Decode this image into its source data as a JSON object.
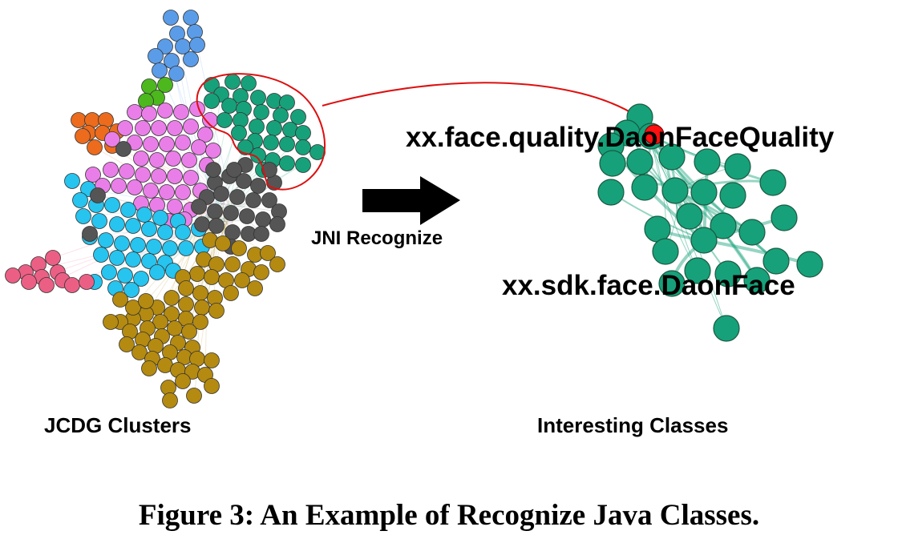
{
  "left_panel": {
    "label": "JCDG Clusters"
  },
  "arrow": {
    "label": "JNI Recognize"
  },
  "right_panel": {
    "label": "Interesting Classes",
    "node_labels": [
      "xx.face.quality.DaonFaceQuality",
      "xx.sdk.face.DaonFace"
    ]
  },
  "caption": "Figure 3: An Example of Recognize Java Classes.",
  "colors": {
    "blue": "#5b9ce8",
    "light_green": "#4cb81e",
    "orange": "#ec6b1c",
    "violet": "#ea7ee8",
    "teal": "#16a17a",
    "cyan": "#26c4ee",
    "dark_gray": "#555555",
    "pink": "#ec5f85",
    "olive": "#b48a10",
    "highlight_red": "#ff1010",
    "outline_red": "#dd1010"
  }
}
